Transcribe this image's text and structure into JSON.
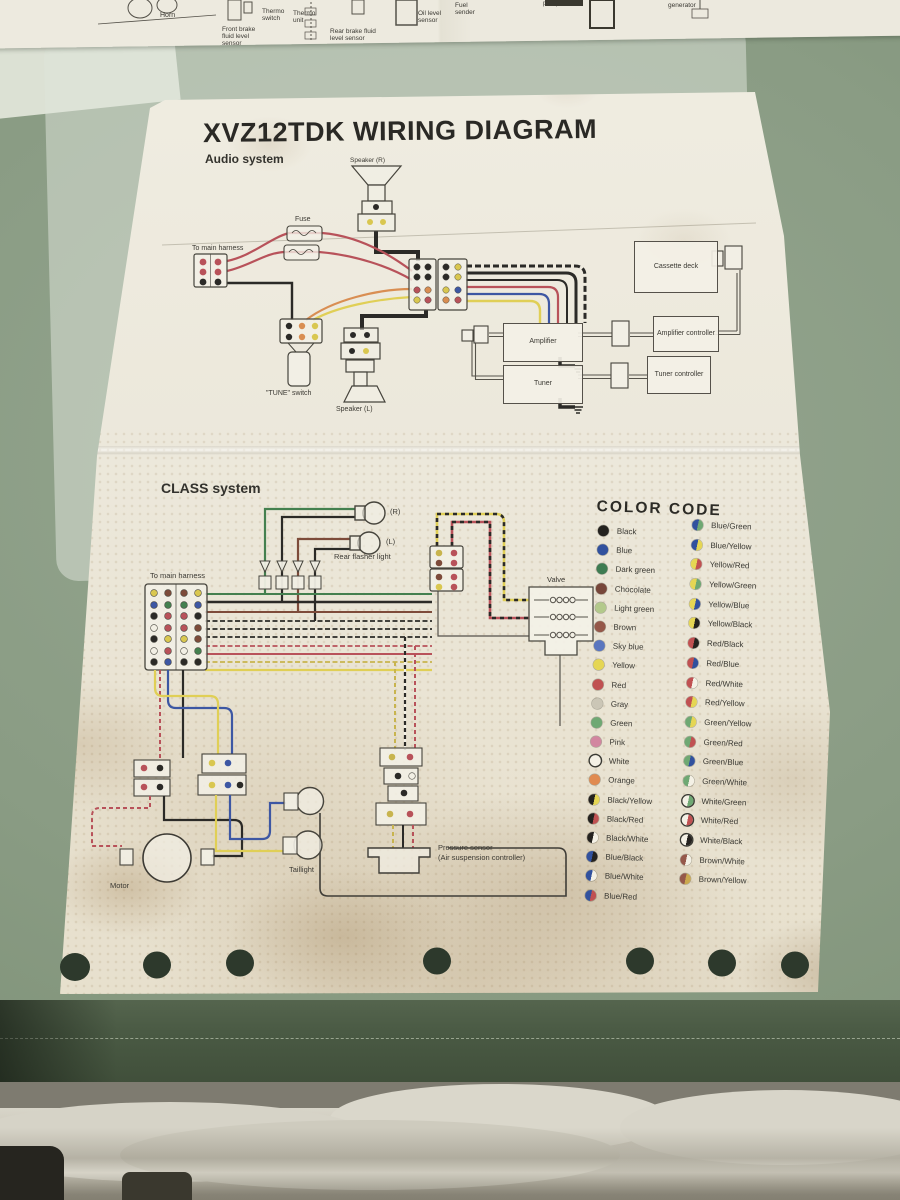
{
  "doc": {
    "title": "XVZ12TDK WIRING DIAGRAM"
  },
  "top_page": {
    "labels": [
      "Horn",
      "Front brake fluid level sensor",
      "Thermo switch",
      "Thermo unit",
      "Rear brake fluid level sensor",
      "Oil level sensor",
      "Fuel sender",
      "pump",
      "generator"
    ]
  },
  "audio": {
    "section": "Audio system",
    "speaker_r": "Speaker (R)",
    "fuse": "Fuse",
    "to_main_harness": "To main harness",
    "tune_switch": "\"TUNE\" switch",
    "speaker_l": "Speaker (L)",
    "cassette_deck": "Cassette deck",
    "amplifier": "Amplifier",
    "amplifier_controller": "Amplifier controller",
    "tuner": "Tuner",
    "tuner_controller": "Tuner controller"
  },
  "class_system": {
    "section": "CLASS system",
    "flasher_r": "(R)",
    "flasher_l": "(L)",
    "rear_flasher": "Rear flasher light",
    "to_main_harness": "To main harness",
    "valve": "Valve",
    "motor": "Motor",
    "taillight": "Taillight",
    "pressure_sensor_line1": "Pressure sensor",
    "pressure_sensor_line2": "(Air suspension controller)"
  },
  "color_code": {
    "title": "COLOR CODE",
    "col1": [
      {
        "label": "Black",
        "c1": "#24221f"
      },
      {
        "label": "Blue",
        "c1": "#31519e"
      },
      {
        "label": "Dark green",
        "c1": "#3e7c52"
      },
      {
        "label": "Chocolate",
        "c1": "#77473a"
      },
      {
        "label": "Light green",
        "c1": "#b3c98b"
      },
      {
        "label": "Brown",
        "c1": "#95584a"
      },
      {
        "label": "Sky blue",
        "c1": "#5a76bf"
      },
      {
        "label": "Yellow",
        "c1": "#e5d654"
      },
      {
        "label": "Red",
        "c1": "#c05152"
      },
      {
        "label": "Gray",
        "c1": "#cbc6b6"
      },
      {
        "label": "Green",
        "c1": "#6fa873"
      },
      {
        "label": "Pink",
        "c1": "#d286a0"
      },
      {
        "label": "White",
        "c1": "#f4f1e6",
        "border": true
      },
      {
        "label": "Orange",
        "c1": "#e08a50"
      },
      {
        "label": "Black/Yellow",
        "c1": "#24221f",
        "c2": "#e5d654"
      },
      {
        "label": "Black/Red",
        "c1": "#24221f",
        "c2": "#c05152"
      },
      {
        "label": "Black/White",
        "c1": "#24221f",
        "c2": "#f4f1e6"
      },
      {
        "label": "Blue/Black",
        "c1": "#31519e",
        "c2": "#24221f"
      },
      {
        "label": "Blue/White",
        "c1": "#31519e",
        "c2": "#f4f1e6"
      },
      {
        "label": "Blue/Red",
        "c1": "#31519e",
        "c2": "#c05152"
      }
    ],
    "col2": [
      {
        "label": "Blue/Green",
        "c1": "#31519e",
        "c2": "#6fa873"
      },
      {
        "label": "Blue/Yellow",
        "c1": "#31519e",
        "c2": "#e5d654"
      },
      {
        "label": "Yellow/Red",
        "c1": "#e5d654",
        "c2": "#c05152"
      },
      {
        "label": "Yellow/Green",
        "c1": "#e5d654",
        "c2": "#6fa873"
      },
      {
        "label": "Yellow/Blue",
        "c1": "#e5d654",
        "c2": "#31519e"
      },
      {
        "label": "Yellow/Black",
        "c1": "#e5d654",
        "c2": "#24221f"
      },
      {
        "label": "Red/Black",
        "c1": "#c05152",
        "c2": "#24221f"
      },
      {
        "label": "Red/Blue",
        "c1": "#c05152",
        "c2": "#31519e"
      },
      {
        "label": "Red/White",
        "c1": "#c05152",
        "c2": "#f4f1e6"
      },
      {
        "label": "Red/Yellow",
        "c1": "#c05152",
        "c2": "#e5d654"
      },
      {
        "label": "Green/Yellow",
        "c1": "#6fa873",
        "c2": "#e5d654"
      },
      {
        "label": "Green/Red",
        "c1": "#6fa873",
        "c2": "#c05152"
      },
      {
        "label": "Green/Blue",
        "c1": "#6fa873",
        "c2": "#31519e"
      },
      {
        "label": "Green/White",
        "c1": "#6fa873",
        "c2": "#f4f1e6"
      },
      {
        "label": "White/Green",
        "c1": "#f4f1e6",
        "c2": "#6fa873",
        "border": true
      },
      {
        "label": "White/Red",
        "c1": "#f4f1e6",
        "c2": "#c05152",
        "border": true
      },
      {
        "label": "White/Black",
        "c1": "#f4f1e6",
        "c2": "#24221f",
        "border": true
      },
      {
        "label": "Brown/White",
        "c1": "#95584a",
        "c2": "#f4f1e6"
      },
      {
        "label": "Brown/Yellow",
        "c1": "#95584a",
        "c2": "#caa84e"
      }
    ]
  }
}
